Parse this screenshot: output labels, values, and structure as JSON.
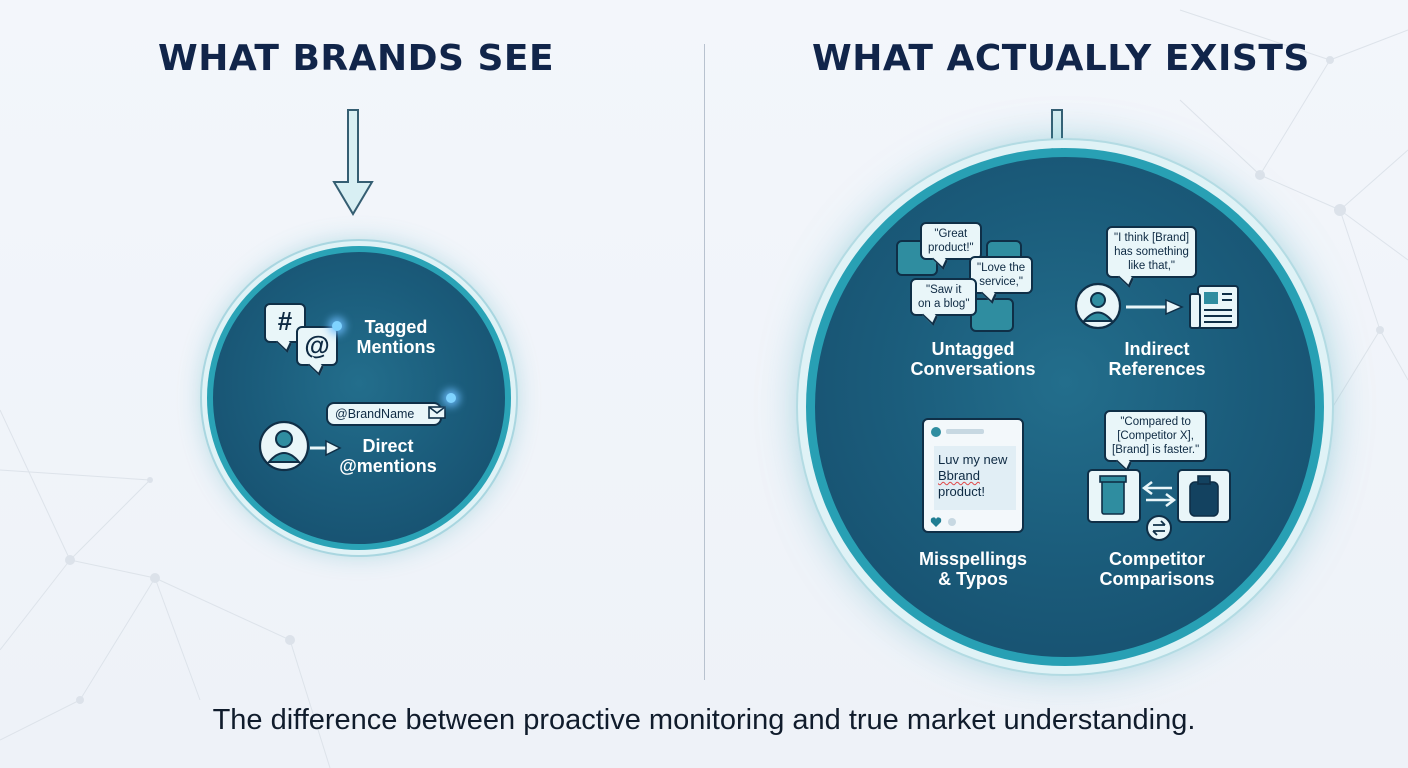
{
  "headings": {
    "left": "WHAT BRANDS SEE",
    "right": "WHAT ACTUALLY EXISTS"
  },
  "left_panel": {
    "tagged": {
      "label_line1": "Tagged",
      "label_line2": "Mentions",
      "hash_glyph": "#",
      "at_glyph": "@"
    },
    "direct": {
      "label_line1": "Direct",
      "label_line2": "@mentions",
      "handle": "@BrandName"
    }
  },
  "right_panel": {
    "untagged": {
      "label_line1": "Untagged",
      "label_line2": "Conversations",
      "bubbles": [
        {
          "line1": "\"Great",
          "line2": "product!\""
        },
        {
          "line1": "\"Love the",
          "line2": "service,\""
        },
        {
          "line1": "\"Saw it",
          "line2": "on a blog\""
        }
      ]
    },
    "indirect": {
      "label_line1": "Indirect",
      "label_line2": "References",
      "quote_line1": "\"I think [Brand]",
      "quote_line2": "has something",
      "quote_line3": "like that,\""
    },
    "misspellings": {
      "label_line1": "Misspellings",
      "label_line2": "& Typos",
      "post_line1": "Luv my new",
      "post_line2": "Bbrand",
      "post_line3": "product!"
    },
    "competitor": {
      "label_line1": "Competitor",
      "label_line2": "Comparisons",
      "quote_line1": "\"Compared to",
      "quote_line2": "[Competitor X],",
      "quote_line3": "[Brand] is faster.\""
    }
  },
  "caption": "The difference between proactive monitoring and true market understanding.",
  "colors": {
    "heading": "#11254a",
    "circle_fill": "#1b5d7c",
    "circle_ring": "#2aa3b6",
    "icon_fill": "#e9f6f9",
    "icon_stroke": "#0f2f47"
  }
}
